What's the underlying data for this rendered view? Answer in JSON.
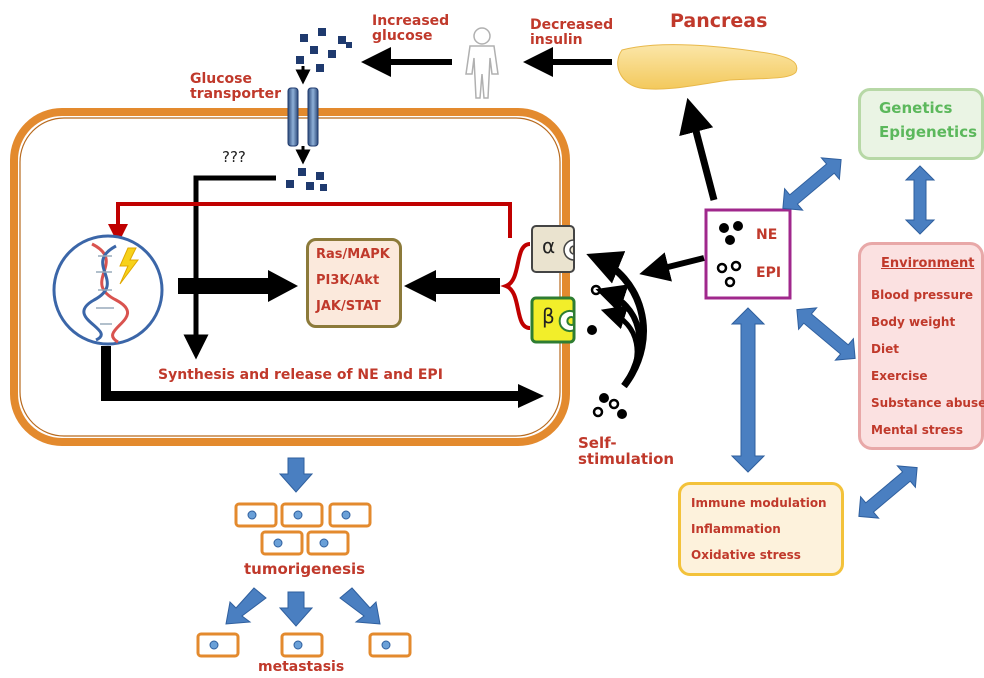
{
  "colors": {
    "red_text": "#c0392b",
    "green_text": "#5cb85c",
    "cell_border": "#e38a2e",
    "blue_arrow": "#4a7fc1",
    "ne_box_border": "#a0288c"
  },
  "labels": {
    "pancreas": "Pancreas",
    "decreased_insulin": [
      "Decreased",
      "insulin"
    ],
    "increased_glucose": [
      "Increased",
      "glucose"
    ],
    "glucose_transporter": [
      "Glucose",
      "transporter"
    ],
    "unknown": "???",
    "synthesis": "Synthesis and release of NE and EPI",
    "self_stimulation": [
      "Self-",
      "stimulation"
    ],
    "tumorigenesis": "tumorigenesis",
    "metastasis": "metastasis",
    "alpha": "α",
    "beta": "β"
  },
  "pathways": [
    "Ras/MAPK",
    "PI3K/Akt",
    "JAK/STAT"
  ],
  "ne_epi": {
    "ne": "NE",
    "epi": "EPI"
  },
  "genetics": [
    "Genetics",
    "Epigenetics"
  ],
  "environment": {
    "title": "Environment",
    "items": [
      "Blood pressure",
      "Body weight",
      "Diet",
      "Exercise",
      "Substance abuse",
      "Mental stress"
    ]
  },
  "immune": [
    "Immune modulation",
    "Inflammation",
    "Oxidative stress"
  ]
}
